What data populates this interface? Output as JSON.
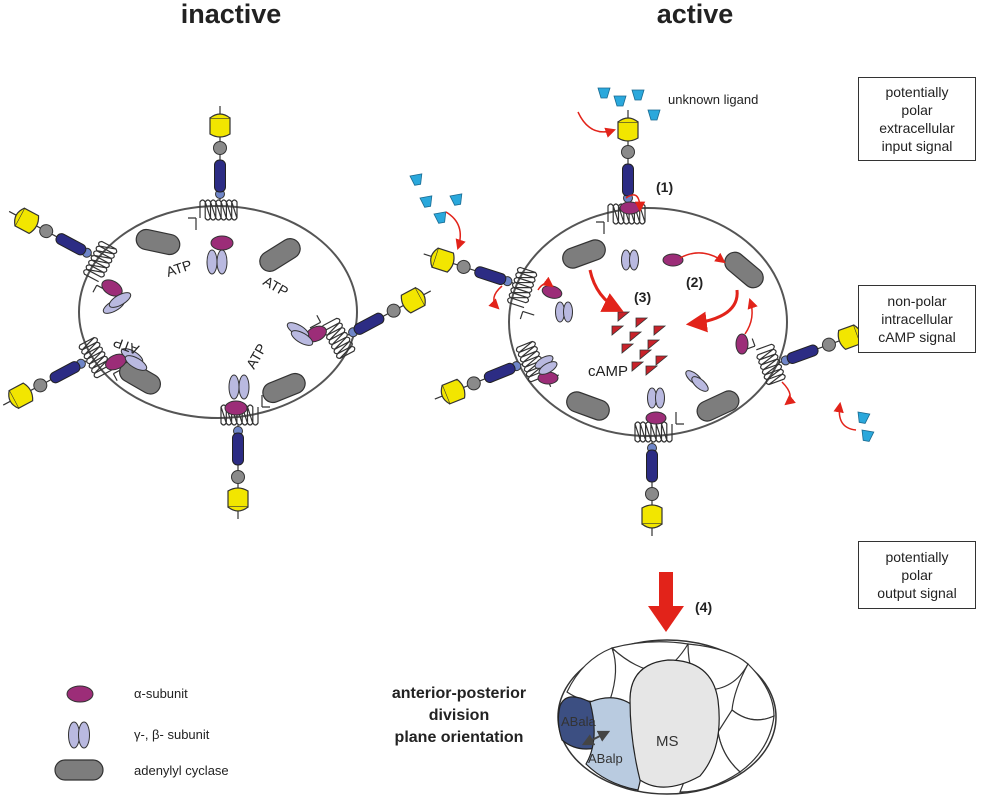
{
  "titles": {
    "inactive": "inactive",
    "active": "active"
  },
  "atp_label": "ATP",
  "camp_label": "cAMP",
  "unknown_ligand": "unknown ligand",
  "steps": [
    "(1)",
    "(2)",
    "(3)",
    "(4)"
  ],
  "side_boxes": [
    {
      "lines": [
        "potentially",
        "polar",
        "extracellular",
        "input signal"
      ]
    },
    {
      "lines": [
        "non-polar",
        "intracellular",
        "cAMP signal"
      ]
    },
    {
      "lines": [
        "potentially",
        "polar",
        "output signal"
      ]
    }
  ],
  "legend": [
    {
      "label": "α-subunit",
      "icon": "alpha-subunit-icon"
    },
    {
      "label": "γ-, β- subunit",
      "icon": "gamma-beta-subunit-icon"
    },
    {
      "label": "adenylyl cyclase",
      "icon": "adenylyl-cyclase-icon"
    }
  ],
  "outcome_lines": [
    "anterior-posterior",
    "division",
    "plane orientation"
  ],
  "embryo_cells": {
    "abala": "ABala",
    "abalp": "ABalp",
    "ms": "MS"
  },
  "colors": {
    "receptor_yellow": "#f2e600",
    "receptor_blue": "#2c2c84",
    "alpha_magenta": "#9c2d78",
    "beta_gamma_lavender": "#b9b9e0",
    "cyclase_grey": "#7d7d7d",
    "ligand_cyan": "#2aa8dc",
    "camp_red": "#c8222a",
    "arrow_red": "#e2231a",
    "abala_blue": "#3c4f82",
    "abalp_lightblue": "#b9cbe0"
  }
}
